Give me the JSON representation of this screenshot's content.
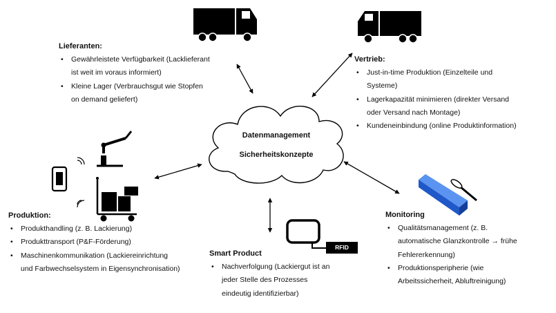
{
  "cloud": {
    "line1": "Datenmanagement",
    "line2": "Sicherheitskonzepte"
  },
  "lieferanten": {
    "title": "Lieferanten:",
    "items": [
      [
        "Gewährleistete Verfügbarkeit (Lacklieferant",
        "ist weit im voraus informiert)"
      ],
      [
        "Kleine Lager (Verbrauchsgut wie Stopfen",
        "on demand geliefert)"
      ]
    ]
  },
  "vertrieb": {
    "title": "Vertrieb:",
    "items": [
      [
        "Just-in-time Produktion (Einzelteile und",
        "Systeme)"
      ],
      [
        "Lagerkapazität minimieren (direkter Versand",
        "oder Versand nach Montage)"
      ],
      [
        "Kundeneinbindung (online Produktinformation)"
      ]
    ]
  },
  "produktion": {
    "title": "Produktion:",
    "items": [
      [
        "Produkthandling (z. B. Lackierung)"
      ],
      [
        "Produkttransport (P&F-Förderung)"
      ],
      [
        "Maschinenkommunikation (Lackiereinrichtung",
        "und Farbwechselsystem in Eigensynchronisation)"
      ]
    ]
  },
  "smart_product": {
    "title": "Smart Product",
    "rfid_label": "RFID",
    "items": [
      [
        "Nachverfolgung (Lackiergut ist an",
        "jeder Stelle des Prozesses",
        "eindeutig identifizierbar)"
      ]
    ]
  },
  "monitoring": {
    "title": "Monitoring",
    "items": [
      [
        "Qualitätsmanagement (z. B.",
        "automatische Glanzkontrolle → frühe",
        "Fehlererkennung)"
      ],
      [
        "Produktionsperipherie (wie",
        "Arbeitssicherheit, Abluftreinigung)"
      ]
    ]
  },
  "icons": [
    "truck-icon",
    "truck-icon",
    "robot-arm-icon",
    "smartphone-icon",
    "wireless-signal-icon",
    "transport-cart-icon",
    "rfid-tag-icon",
    "painted-part-icon",
    "inspection-tool-icon"
  ],
  "colors": {
    "ink": "#000000",
    "accent_blue": "#2f6fe0"
  }
}
